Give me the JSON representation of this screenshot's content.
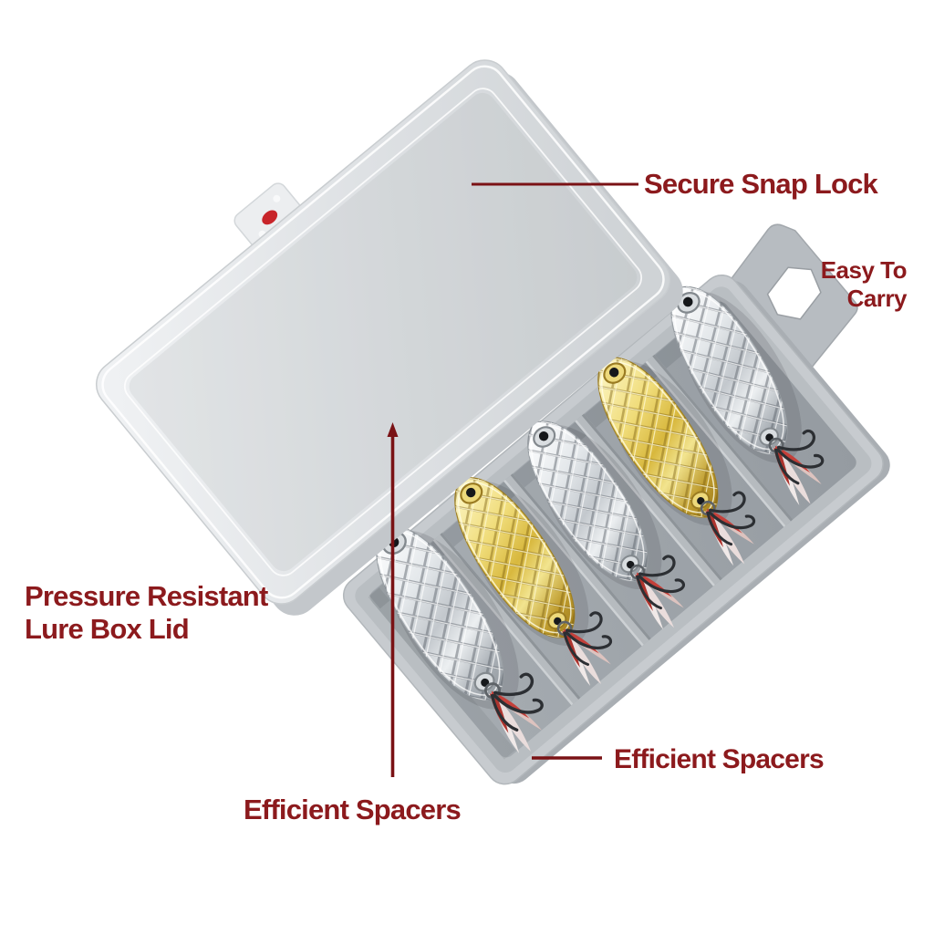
{
  "annotations": {
    "secure_snap_lock": {
      "text": "Secure Snap Lock"
    },
    "easy_to_carry": {
      "line1": "Easy To",
      "line2": "Carry"
    },
    "pressure_resistant_lid": {
      "line1": "Pressure Resistant",
      "line2": "Lure Box Lid"
    },
    "efficient_spacers_bottom": {
      "text": "Efficient Spacers"
    },
    "efficient_spacers_right": {
      "text": "Efficient Spacers"
    }
  },
  "product": {
    "compartments": 5,
    "spacer_count": 4,
    "lures": [
      {
        "slot": 1,
        "finish": "silver"
      },
      {
        "slot": 2,
        "finish": "gold"
      },
      {
        "slot": 3,
        "finish": "silver"
      },
      {
        "slot": 4,
        "finish": "gold"
      },
      {
        "slot": 5,
        "finish": "silver"
      }
    ]
  },
  "colors": {
    "background": "#FFFFFF",
    "label_text": "#8C1A1D",
    "pointer_line": "#7A1215",
    "snap_dot_red": "#C8252A",
    "box_gray": "#C7CBCF",
    "tray_floor": "#A0A6AB",
    "lid_gray": "#DEE1E4",
    "lure_silver": "#C9CED2",
    "lure_gold": "#D8B83E",
    "feather_red": "#C4403A",
    "feather_white": "#F0E9E8",
    "hook_metal": "#2C2F33"
  }
}
